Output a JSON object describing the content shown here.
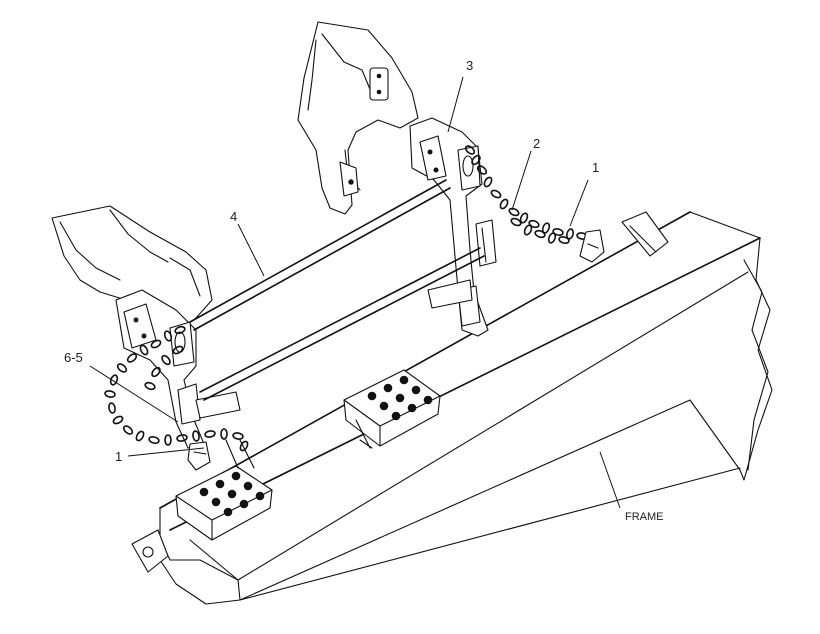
{
  "callouts": {
    "c1_upper": "1",
    "c1_lower": "1",
    "c2": "2",
    "c3": "3",
    "c4": "4",
    "c6_5": "6-5",
    "frame": "FRAME"
  }
}
